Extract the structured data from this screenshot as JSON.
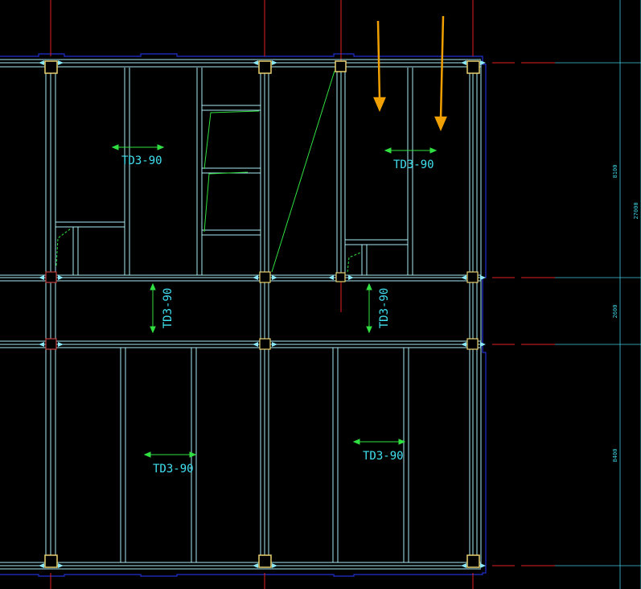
{
  "drawing": {
    "slab_labels": [
      "TD3-90",
      "TD3-90",
      "TD3-90",
      "TD3-90",
      "TD3-90",
      "TD3-90"
    ],
    "dimensions": {
      "top_bay": "8100",
      "total": "27000",
      "middle_bay": "2600",
      "bottom_bay": "8400"
    }
  },
  "colors": {
    "background": "#000000",
    "beam": "#a8ecf5",
    "axis": "#e02020",
    "dim_line": "#40c8e0",
    "border": "#2030d0",
    "label": "#40e0f0",
    "arrow": "#30e040",
    "column": "#e8d070",
    "marker": "#f0a000"
  },
  "icons": [
    "column-marker",
    "span-direction-arrow",
    "down-arrow-marker"
  ]
}
